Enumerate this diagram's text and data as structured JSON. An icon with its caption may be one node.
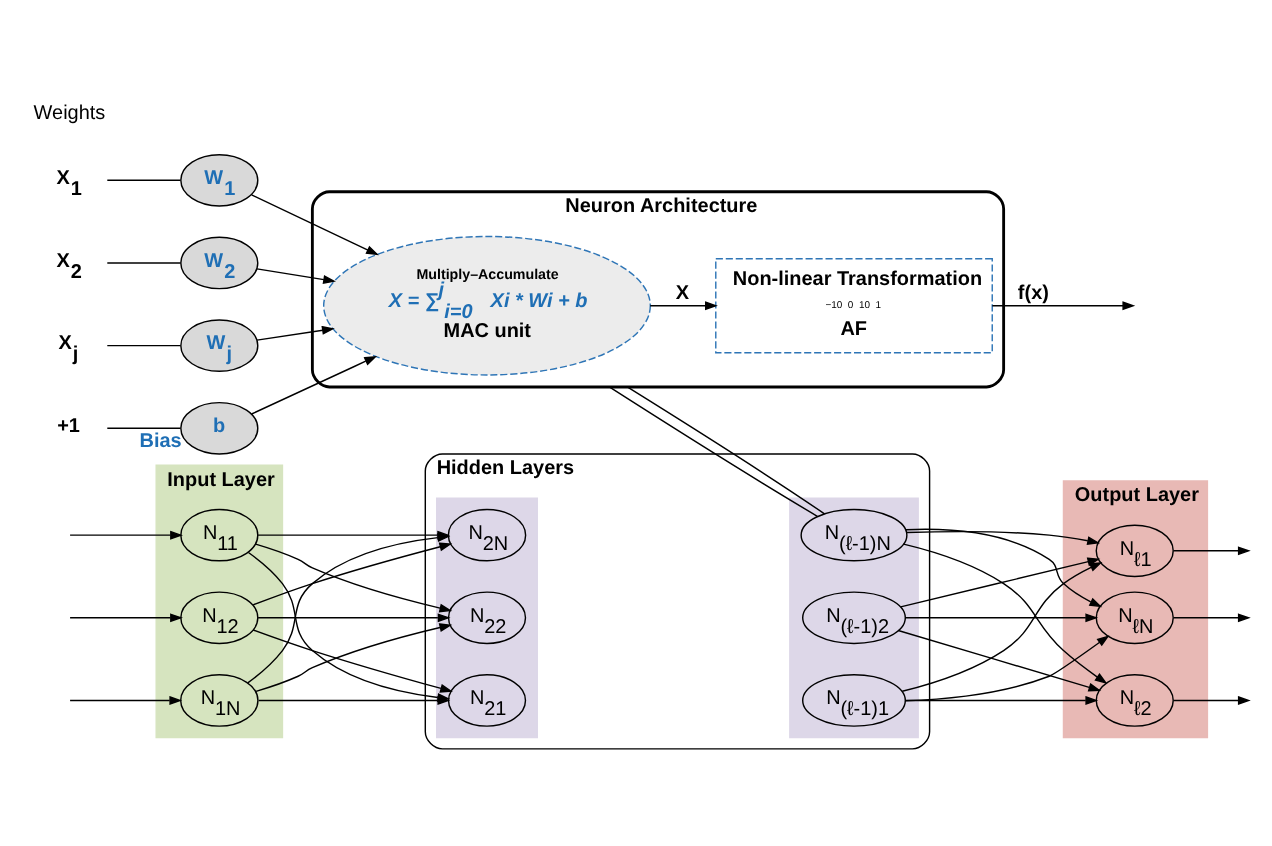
{
  "diagram": {
    "nodes": [
      {
        "text": [
          "Input Layer"
        ]
      },
      {
        "text": [
          "N$_{11}$"
        ],
        "in": 0
      },
      {
        "text": [
          "N$_{12}$"
        ],
        "in": 0
      },
      {
        "text": [
          "N$_{1N}$"
        ],
        "in": 0
      },
      {
        "text": [
          "Hidden Layers"
        ]
      },
      {
        "text": [],
        "shape": "box",
        "in": 4
      },
      {
        "text": [
          "N$_{21}$"
        ],
        "in": 5
      },
      {
        "text": [
          "N$_{22}$"
        ],
        "in": 5
      },
      {
        "text": [
          "N$_{2N}$"
        ],
        "in": 5
      },
      {
        "text": [],
        "shape": "box",
        "in": 4
      },
      {
        "text": [
          "N$_{(ℓ-1)1}$"
        ],
        "in": 9
      },
      {
        "text": [
          "N$_{(ℓ-1)2}$"
        ],
        "in": 9
      },
      {
        "text": [
          "N$_{(ℓ-1)N}$"
        ],
        "in": 9
      },
      {
        "text": [
          "Output Layer"
        ]
      },
      {
        "text": [
          "N$_{ℓ1}$"
        ],
        "in": 13
      },
      {
        "text": [
          "N$_{ℓ2}$"
        ],
        "in": 13
      },
      {
        "text": [
          "N$_{ℓN}$"
        ],
        "in": 13
      },
      {
        "text": [
          "Neuron Architecture"
        ]
      },
      {
        "text": [
          "Multiply–Accumulate",
          "X = ∑$^{j}$$_{i=0}$ Xi * Wi + b",
          "MAC unit"
        ],
        "in": 17
      },
      {
        "text": [
          "Non-linear Transformation",
          "AF"
        ],
        "in": 17
      },
      {
        "text": [
          "X$_{1}$"
        ]
      },
      {
        "text": [
          "X$_{2}$"
        ]
      },
      {
        "text": [
          "X$_{j}$"
        ]
      },
      {
        "text": [
          "+1"
        ]
      },
      {
        "text": [
          "W$_{1}$"
        ]
      },
      {
        "text": [
          "W$_{2}$"
        ]
      },
      {
        "text": [
          "W$_{j}$"
        ]
      },
      {
        "text": [
          "b"
        ],
        "beside": [
          "Bias"
        ]
      }
    ],
    "edges": [
      {
        "from": null,
        "to": 1,
        "arrow": "to"
      },
      {
        "from": null,
        "to": 2,
        "arrow": "to"
      },
      {
        "from": null,
        "to": 3,
        "arrow": "to"
      },
      {
        "from": 1,
        "to": 6,
        "arrow": "to"
      },
      {
        "from": 1,
        "to": 7,
        "arrow": "to"
      },
      {
        "from": 1,
        "to": 8,
        "arrow": "to"
      },
      {
        "from": 2,
        "to": 6,
        "arrow": "to"
      },
      {
        "from": 2,
        "to": 7,
        "arrow": "to"
      },
      {
        "from": 2,
        "to": 8,
        "arrow": "to"
      },
      {
        "from": 3,
        "to": 6,
        "arrow": "to"
      },
      {
        "from": 3,
        "to": 7,
        "arrow": "to"
      },
      {
        "from": 3,
        "to": 8,
        "arrow": "to"
      },
      {
        "from": 10,
        "to": 14,
        "arrow": "to"
      },
      {
        "from": 10,
        "to": 15,
        "arrow": "to"
      },
      {
        "from": 10,
        "to": 16,
        "arrow": "to"
      },
      {
        "from": 11,
        "to": 14,
        "arrow": "to"
      },
      {
        "from": 11,
        "to": 15,
        "arrow": "to"
      },
      {
        "from": 11,
        "to": 16,
        "arrow": "to"
      },
      {
        "from": 12,
        "to": 14,
        "arrow": "to"
      },
      {
        "from": 12,
        "to": 15,
        "arrow": "to"
      },
      {
        "from": 12,
        "to": 16,
        "arrow": "to"
      },
      {
        "from": 14,
        "to": null,
        "arrow": "to"
      },
      {
        "from": 15,
        "to": null,
        "arrow": "to"
      },
      {
        "from": 16,
        "to": null,
        "arrow": "to"
      },
      {
        "from": 12,
        "to": 17,
        "arrow": "none"
      },
      {
        "from": 12,
        "to": 17,
        "arrow": "none"
      },
      {
        "from": 20,
        "to": 24,
        "arrow": "none"
      },
      {
        "from": 24,
        "to": 18,
        "arrow": "to"
      },
      {
        "from": 21,
        "to": 25,
        "arrow": "none"
      },
      {
        "from": 25,
        "to": 18,
        "arrow": "to"
      },
      {
        "from": 22,
        "to": 26,
        "arrow": "none"
      },
      {
        "from": 26,
        "to": 18,
        "arrow": "to"
      },
      {
        "from": 23,
        "to": 27,
        "arrow": "none"
      },
      {
        "from": 27,
        "to": 18,
        "arrow": "to"
      },
      {
        "from": 18,
        "to": 19,
        "label": "X",
        "arrow": "to"
      },
      {
        "from": 19,
        "to": null,
        "label": "f(x)",
        "arrow": "to"
      }
    ],
    "labels": [
      "Weights",
      "−10",
      "0",
      "10",
      "1"
    ]
  }
}
